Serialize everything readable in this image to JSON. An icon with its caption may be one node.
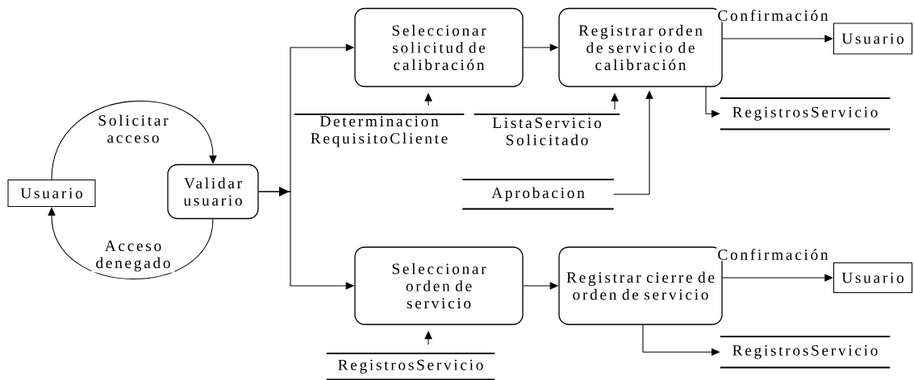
{
  "diagram": {
    "nodes": [
      {
        "text": [
          "Usuario"
        ]
      },
      {
        "text": [
          "Validar usuario"
        ]
      },
      {
        "text": [
          "Seleccionar solicitud de calibración"
        ]
      },
      {
        "text": [
          "Registrar orden de servicio de calibración"
        ]
      },
      {
        "text": [
          "Usuario"
        ]
      },
      {
        "text": [
          "Determinacion RequisitoCliente"
        ]
      },
      {
        "text": [
          "ListaServicio Solicitado"
        ]
      },
      {
        "text": [
          "Aprobacion"
        ]
      },
      {
        "text": [
          "RegistrosServicio"
        ]
      },
      {
        "text": [
          "Seleccionar orden de servicio"
        ]
      },
      {
        "text": [
          "Registrar cierre de orden de servicio"
        ]
      },
      {
        "text": [
          "Usuario"
        ]
      },
      {
        "text": [
          "RegistrosServicio"
        ]
      },
      {
        "text": [
          "RegistrosServicio"
        ]
      }
    ],
    "edges": [
      {
        "from": 0,
        "to": 1,
        "arrow": "to",
        "label": "Solicitar acceso"
      },
      {
        "from": 1,
        "to": 0,
        "arrow": "to",
        "label": "Acceso denegado"
      },
      {
        "from": 1,
        "to": 2,
        "arrow": "to"
      },
      {
        "from": 1,
        "to": 9,
        "arrow": "to"
      },
      {
        "from": 2,
        "to": 3,
        "arrow": "to"
      },
      {
        "from": 3,
        "to": 4,
        "arrow": "to",
        "label": "Confirmación"
      },
      {
        "from": 3,
        "to": 8,
        "arrow": "to"
      },
      {
        "from": 5,
        "to": 2,
        "arrow": "to"
      },
      {
        "from": 6,
        "to": 3,
        "arrow": "to"
      },
      {
        "from": 7,
        "to": 3,
        "arrow": "to"
      },
      {
        "from": 9,
        "to": 10,
        "arrow": "to"
      },
      {
        "from": 10,
        "to": 11,
        "arrow": "to",
        "label": "Confirmación"
      },
      {
        "from": 10,
        "to": 13,
        "arrow": "to"
      },
      {
        "from": 12,
        "to": 9,
        "arrow": "to"
      }
    ]
  }
}
